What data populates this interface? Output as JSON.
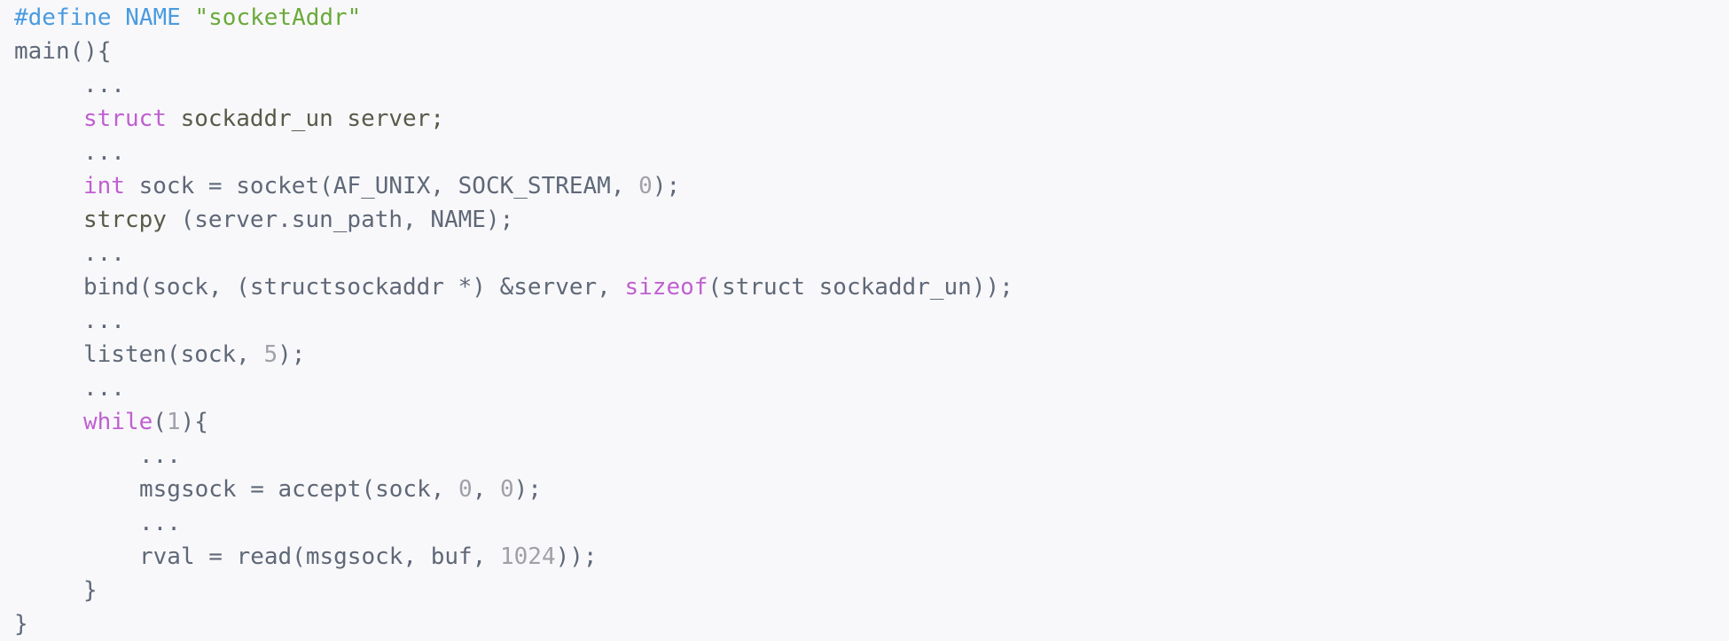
{
  "colors": {
    "background": "#f8f8fb",
    "default": "#5f6877",
    "preprocessor": "#4a9be0",
    "string": "#6aaa3a",
    "keyword": "#c060d0",
    "number": "#a0a0a8",
    "type_name": "#5a5a4a"
  },
  "code": {
    "lines": [
      {
        "indent": 0,
        "tokens": [
          {
            "text": "#define NAME ",
            "kind": "preprocessor"
          },
          {
            "text": "\"socketAddr\"",
            "kind": "string"
          }
        ]
      },
      {
        "indent": 0,
        "tokens": [
          {
            "text": "main(){",
            "kind": "default"
          }
        ]
      },
      {
        "indent": 1,
        "tokens": [
          {
            "text": "...",
            "kind": "default"
          }
        ]
      },
      {
        "indent": 1,
        "tokens": [
          {
            "text": "struct",
            "kind": "keyword"
          },
          {
            "text": " sockaddr_un server;",
            "kind": "type_name"
          }
        ]
      },
      {
        "indent": 1,
        "tokens": [
          {
            "text": "...",
            "kind": "default"
          }
        ]
      },
      {
        "indent": 1,
        "tokens": [
          {
            "text": "int",
            "kind": "keyword"
          },
          {
            "text": " sock = socket(AF_UNIX, SOCK_STREAM, ",
            "kind": "default"
          },
          {
            "text": "0",
            "kind": "number"
          },
          {
            "text": ");",
            "kind": "default"
          }
        ]
      },
      {
        "indent": 1,
        "tokens": [
          {
            "text": "strcpy",
            "kind": "type_name"
          },
          {
            "text": " (server.sun_path, NAME);",
            "kind": "default"
          }
        ]
      },
      {
        "indent": 1,
        "tokens": [
          {
            "text": "...",
            "kind": "default"
          }
        ]
      },
      {
        "indent": 1,
        "tokens": [
          {
            "text": "bind(sock, (structsockaddr *) &server, ",
            "kind": "default"
          },
          {
            "text": "sizeof",
            "kind": "keyword"
          },
          {
            "text": "(struct sockaddr_un));",
            "kind": "default"
          }
        ]
      },
      {
        "indent": 1,
        "tokens": [
          {
            "text": "...",
            "kind": "default"
          }
        ]
      },
      {
        "indent": 1,
        "tokens": [
          {
            "text": "listen(sock, ",
            "kind": "default"
          },
          {
            "text": "5",
            "kind": "number"
          },
          {
            "text": ");",
            "kind": "default"
          }
        ]
      },
      {
        "indent": 1,
        "tokens": [
          {
            "text": "...",
            "kind": "default"
          }
        ]
      },
      {
        "indent": 1,
        "tokens": [
          {
            "text": "while",
            "kind": "keyword"
          },
          {
            "text": "(",
            "kind": "default"
          },
          {
            "text": "1",
            "kind": "number"
          },
          {
            "text": "){",
            "kind": "default"
          }
        ]
      },
      {
        "indent": 2,
        "tokens": [
          {
            "text": "...",
            "kind": "default"
          }
        ]
      },
      {
        "indent": 2,
        "tokens": [
          {
            "text": "msgsock = accept(sock, ",
            "kind": "default"
          },
          {
            "text": "0",
            "kind": "number"
          },
          {
            "text": ", ",
            "kind": "default"
          },
          {
            "text": "0",
            "kind": "number"
          },
          {
            "text": ");",
            "kind": "default"
          }
        ]
      },
      {
        "indent": 2,
        "tokens": [
          {
            "text": "...",
            "kind": "default"
          }
        ]
      },
      {
        "indent": 2,
        "tokens": [
          {
            "text": "rval = read(msgsock, buf, ",
            "kind": "default"
          },
          {
            "text": "1024",
            "kind": "number"
          },
          {
            "text": "));",
            "kind": "default"
          }
        ]
      },
      {
        "indent": 1,
        "tokens": [
          {
            "text": "}",
            "kind": "default"
          }
        ]
      },
      {
        "indent": 0,
        "tokens": [
          {
            "text": "}",
            "kind": "default"
          }
        ]
      }
    ]
  }
}
